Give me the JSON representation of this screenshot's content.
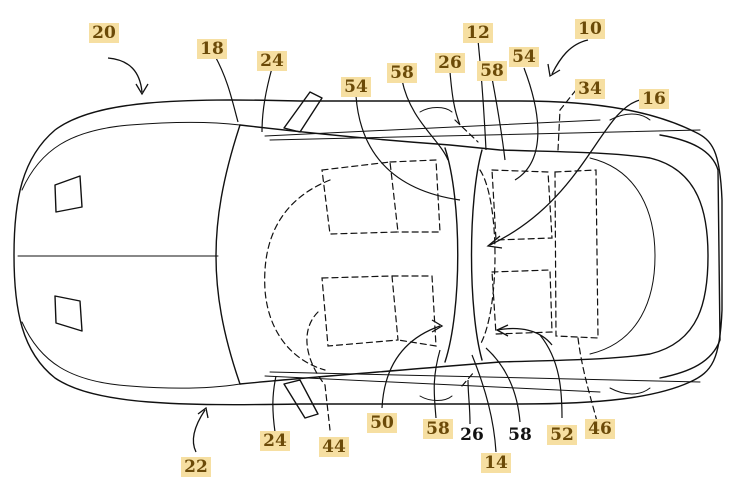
{
  "figure": {
    "references": [
      {
        "id": "ref-20",
        "label": "20",
        "highlight": true
      },
      {
        "id": "ref-18",
        "label": "18",
        "highlight": true
      },
      {
        "id": "ref-24-top",
        "label": "24",
        "highlight": true
      },
      {
        "id": "ref-12",
        "label": "12",
        "highlight": true
      },
      {
        "id": "ref-10",
        "label": "10",
        "highlight": true
      },
      {
        "id": "ref-54-left",
        "label": "54",
        "highlight": true
      },
      {
        "id": "ref-58-top-left",
        "label": "58",
        "highlight": true
      },
      {
        "id": "ref-26-top",
        "label": "26",
        "highlight": true
      },
      {
        "id": "ref-58-top-right",
        "label": "58",
        "highlight": true
      },
      {
        "id": "ref-54-right",
        "label": "54",
        "highlight": true
      },
      {
        "id": "ref-34",
        "label": "34",
        "highlight": true
      },
      {
        "id": "ref-16",
        "label": "16",
        "highlight": true
      },
      {
        "id": "ref-24-bottom",
        "label": "24",
        "highlight": true
      },
      {
        "id": "ref-44",
        "label": "44",
        "highlight": true
      },
      {
        "id": "ref-50",
        "label": "50",
        "highlight": true
      },
      {
        "id": "ref-58-bottom-left",
        "label": "58",
        "highlight": true
      },
      {
        "id": "ref-26-bottom",
        "label": "26",
        "highlight": false
      },
      {
        "id": "ref-58-bottom-right",
        "label": "58",
        "highlight": false
      },
      {
        "id": "ref-52",
        "label": "52",
        "highlight": true
      },
      {
        "id": "ref-46",
        "label": "46",
        "highlight": true
      },
      {
        "id": "ref-22",
        "label": "22",
        "highlight": true
      },
      {
        "id": "ref-14",
        "label": "14",
        "highlight": true
      }
    ]
  },
  "colors": {
    "line": "#111111",
    "label_highlight_text": "#6b4a08",
    "label_highlight_bg": "#f6dfa2"
  }
}
